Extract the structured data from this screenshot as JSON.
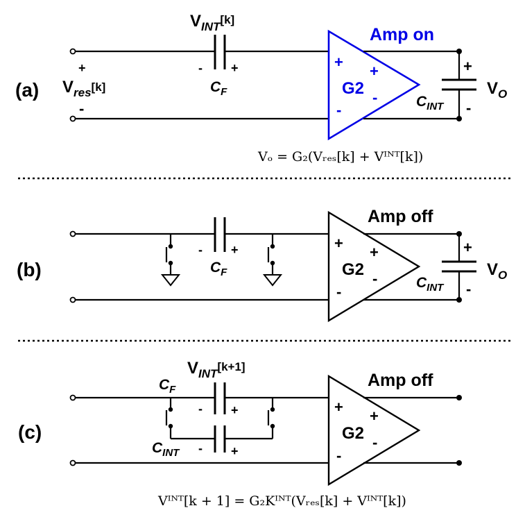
{
  "panel_a": {
    "label": "(a)",
    "amp_status": "Amp on",
    "amp_gain": "G2",
    "amp_in_plus": "+",
    "amp_in_minus": "-",
    "amp_out_plus": "+",
    "amp_out_minus": "-",
    "vint_main": "V",
    "vint_sub": "INT",
    "vint_idx": "[k]",
    "cf_main": "C",
    "cf_sub": "F",
    "cf_left_sign": "-",
    "cf_right_sign": "+",
    "vres_main": "V",
    "vres_sub": "res",
    "vres_idx": "[k]",
    "vres_plus": "+",
    "vres_minus": "-",
    "cint_main": "C",
    "cint_sub": "INT",
    "vo_main": "V",
    "vo_sub": "O",
    "vo_plus": "+",
    "vo_minus": "-",
    "equation": "Vₒ = G₂(Vᵣₑₛ[k] + Vᴵᴺᵀ[k])"
  },
  "panel_b": {
    "label": "(b)",
    "amp_status": "Amp off",
    "amp_gain": "G2",
    "amp_in_plus": "+",
    "amp_in_minus": "-",
    "amp_out_plus": "+",
    "amp_out_minus": "-",
    "cf_main": "C",
    "cf_sub": "F",
    "cf_left_sign": "-",
    "cf_right_sign": "+",
    "cint_main": "C",
    "cint_sub": "INT",
    "vo_main": "V",
    "vo_sub": "O",
    "vo_plus": "+",
    "vo_minus": "-"
  },
  "panel_c": {
    "label": "(c)",
    "amp_status": "Amp off",
    "amp_gain": "G2",
    "amp_in_plus": "+",
    "amp_in_minus": "-",
    "amp_out_plus": "+",
    "amp_out_minus": "-",
    "vint_main": "V",
    "vint_sub": "INT",
    "vint_idx": "[k+1]",
    "cf_main": "C",
    "cf_sub": "F",
    "cf_left_sign": "-",
    "cf_right_sign": "+",
    "cint_main": "C",
    "cint_sub": "INT",
    "cint_left_sign": "-",
    "cint_right_sign": "+",
    "equation": "Vᴵᴺᵀ[k + 1] = G₂Kᴵᴺᵀ(Vᵣₑₛ[k] + Vᴵᴺᵀ[k])"
  },
  "colors": {
    "active_amp": "#0000e6",
    "wire": "#000000"
  }
}
